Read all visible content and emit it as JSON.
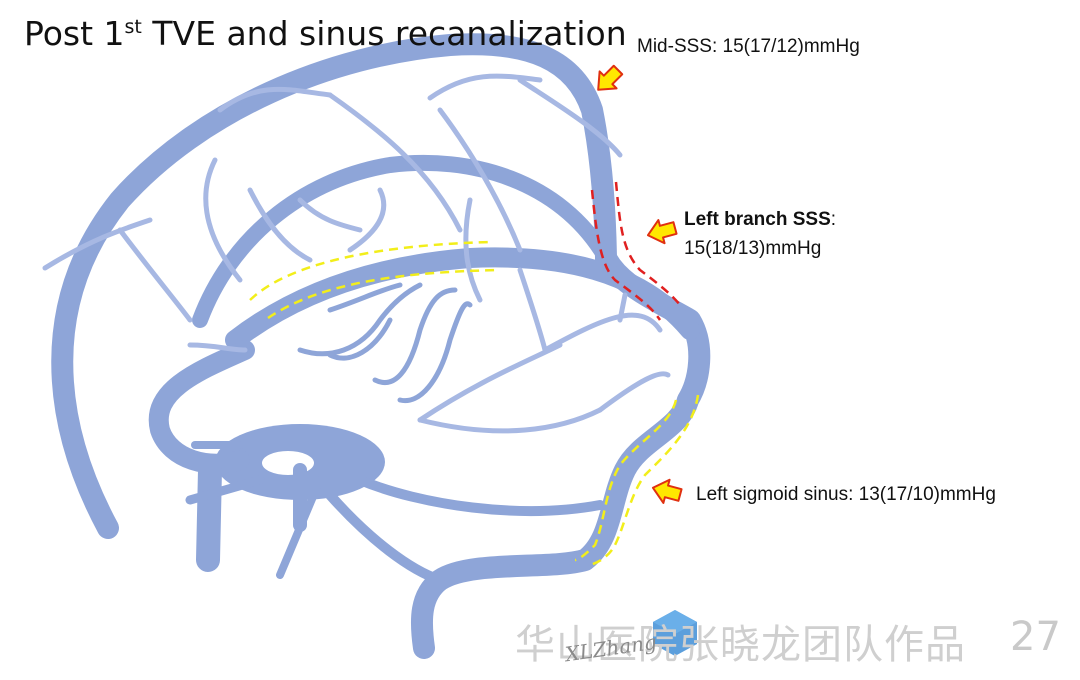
{
  "title": {
    "prefix": "Post 1",
    "superscript": "st",
    "suffix": " TVE and sinus recanalization"
  },
  "annotations": {
    "mid_sss": "Mid-SSS: 15(17/12)mmHg",
    "left_branch_name": "Left branch SSS",
    "left_branch_colon": ":",
    "left_branch_value": "15(18/13)mmHg",
    "left_sigmoid": "Left sigmoid sinus: 13(17/10)mmHg"
  },
  "watermark": {
    "text": "华山医院张晓龙团队作品",
    "page_number": "27",
    "signature": "XLZhang"
  },
  "colors": {
    "vessel": "#8ea5d8",
    "vessel_dark": "#6f88c7",
    "vessel_light": "#b9c8ea",
    "red_outline": "#e02020",
    "yellow_outline": "#f2ee1a",
    "arrow_fill": "#ffe800",
    "arrow_stroke": "#e03010",
    "logo_blue": "#3f8ed6"
  }
}
